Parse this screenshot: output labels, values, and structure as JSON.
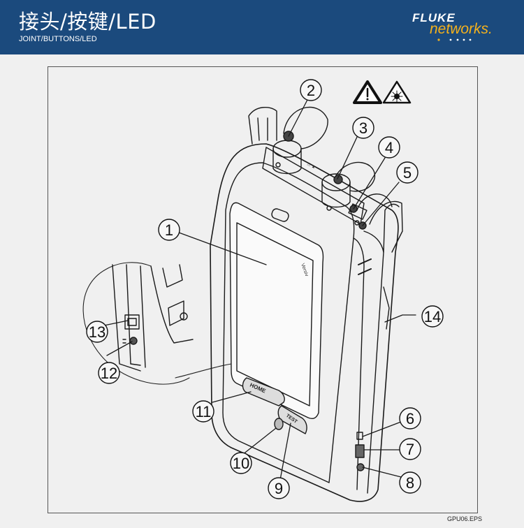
{
  "header": {
    "title_cn": "接头/按键/LED",
    "title_en": "JOINT/BUTTONS/LED",
    "logo_line1": "FLUKE",
    "logo_line2": "networks.",
    "colors": {
      "background": "#1b4a7d",
      "logo_accent": "#f4b11c",
      "text": "#ffffff"
    }
  },
  "figure": {
    "caption": "GPU06.EPS",
    "warning_icons": [
      "warning-triangle-icon",
      "laser-radiation-icon"
    ],
    "callouts": [
      {
        "number": "1",
        "label": "1"
      },
      {
        "number": "2",
        "label": "2"
      },
      {
        "number": "3",
        "label": "3"
      },
      {
        "number": "4",
        "label": "4"
      },
      {
        "number": "5",
        "label": "5"
      },
      {
        "number": "6",
        "label": "6"
      },
      {
        "number": "7",
        "label": "7"
      },
      {
        "number": "8",
        "label": "8"
      },
      {
        "number": "9",
        "label": "9"
      },
      {
        "number": "10",
        "label": "10"
      },
      {
        "number": "11",
        "label": "11"
      },
      {
        "number": "12",
        "label": "12"
      },
      {
        "number": "13",
        "label": "13"
      },
      {
        "number": "14",
        "label": "14"
      }
    ],
    "button_labels": {
      "home": "HOME",
      "test": "TEST"
    }
  }
}
